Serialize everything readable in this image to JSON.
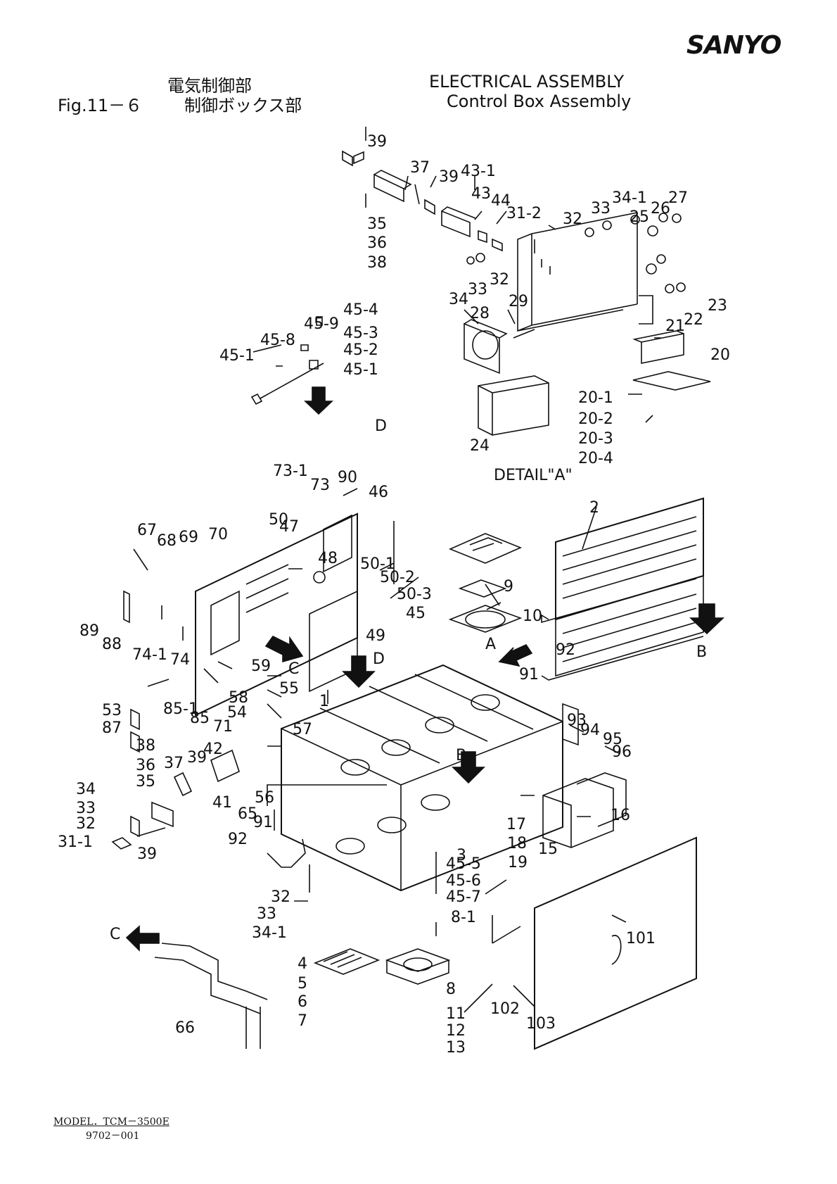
{
  "brand": {
    "logo_text": "SANYO"
  },
  "header": {
    "fig_label": "Fig.11－６",
    "title_jp_1": "電気制御部",
    "title_jp_2": "制御ボックス部",
    "title_en_1": "ELECTRICAL  ASSEMBLY",
    "title_en_2": "Control  Box  Assembly"
  },
  "diagram": {
    "callouts": [
      "39",
      "37",
      "39",
      "43-1",
      "43",
      "44",
      "31-2",
      "32",
      "33",
      "34-1",
      "25",
      "26",
      "27",
      "35",
      "36",
      "38",
      "34",
      "33",
      "32",
      "45-4",
      "45-9",
      "45-3",
      "45-8",
      "45-2",
      "45-1",
      "45-1",
      "28",
      "29",
      "21",
      "22",
      "23",
      "20",
      "20-1",
      "20-2",
      "20-3",
      "20-4",
      "24",
      "73-1",
      "73",
      "90",
      "46",
      "50",
      "47",
      "67",
      "68",
      "69",
      "70",
      "48",
      "50-1",
      "50-2",
      "50-3",
      "45",
      "9",
      "10",
      "2",
      "89",
      "88",
      "74-1",
      "74",
      "49",
      "C",
      "D",
      "A",
      "B",
      "92",
      "91",
      "59",
      "58",
      "55",
      "54",
      "57",
      "85-1",
      "85",
      "71",
      "1",
      "53",
      "87",
      "38",
      "36",
      "37",
      "39",
      "42",
      "35",
      "41",
      "65",
      "56",
      "93",
      "94",
      "95",
      "96",
      "34",
      "33",
      "32",
      "31-1",
      "39",
      "92",
      "91",
      "16",
      "17",
      "18",
      "19",
      "15",
      "3",
      "B",
      "45-5",
      "45-6",
      "45-7",
      "32",
      "33",
      "34-1",
      "8-1",
      "101",
      "C",
      "4",
      "5",
      "6",
      "7",
      "8",
      "11",
      "12",
      "13",
      "102",
      "103",
      "66"
    ],
    "view_labels": {
      "d_top": "D",
      "detail_a": "DETAIL\"A\""
    }
  },
  "footer": {
    "model": "MODEL．TCM－3500E",
    "code": "9702－001"
  }
}
